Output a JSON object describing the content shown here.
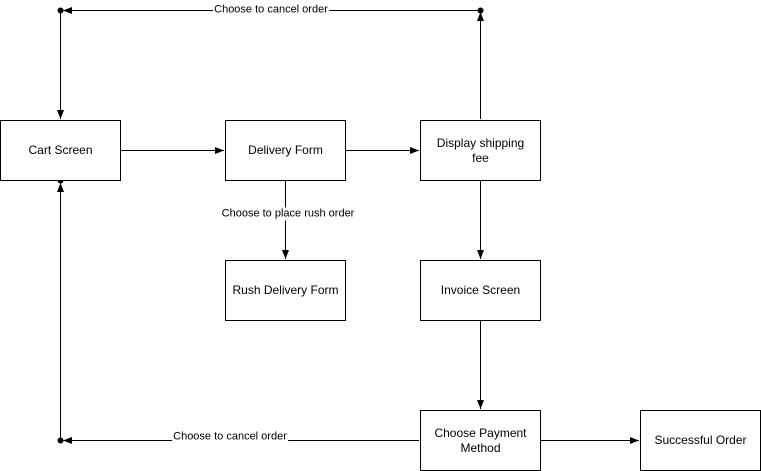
{
  "diagram": {
    "nodes": {
      "cart_screen": "Cart Screen",
      "delivery_form": "Delivery Form",
      "display_shipping_fee": "Display shipping fee",
      "rush_delivery_form": "Rush Delivery Form",
      "invoice_screen": "Invoice Screen",
      "choose_payment_method": "Choose Payment Method",
      "successful_order": "Successful Order"
    },
    "edge_labels": {
      "cancel_top": "Choose to cancel order",
      "rush_order": "Choose to place rush order",
      "cancel_bottom": "Choose to cancel order"
    },
    "colors": {
      "stroke": "#000000",
      "background": "#ffffff"
    }
  }
}
